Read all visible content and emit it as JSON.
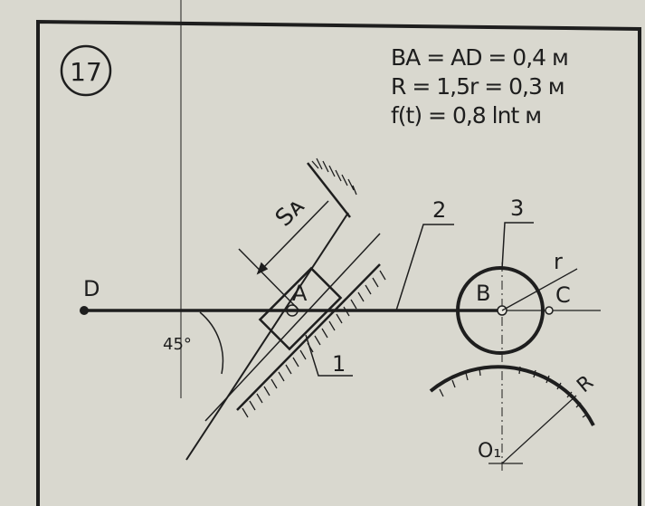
{
  "problem_number": "17",
  "given": [
    "BA = AD = 0,4 м",
    "R = 1,5r = 0,3 м",
    "f(t) = 0,8 lnt м"
  ],
  "labels": {
    "D": "D",
    "A": "A",
    "B": "B",
    "C": "C",
    "O1": "O₁",
    "r": "r",
    "R": "R",
    "SA": "Sᴀ",
    "angle": "45°",
    "body1": "1",
    "body2": "2",
    "body3": "3"
  },
  "colors": {
    "paper": "#d9d8cf",
    "ink": "#1e1e1e"
  }
}
